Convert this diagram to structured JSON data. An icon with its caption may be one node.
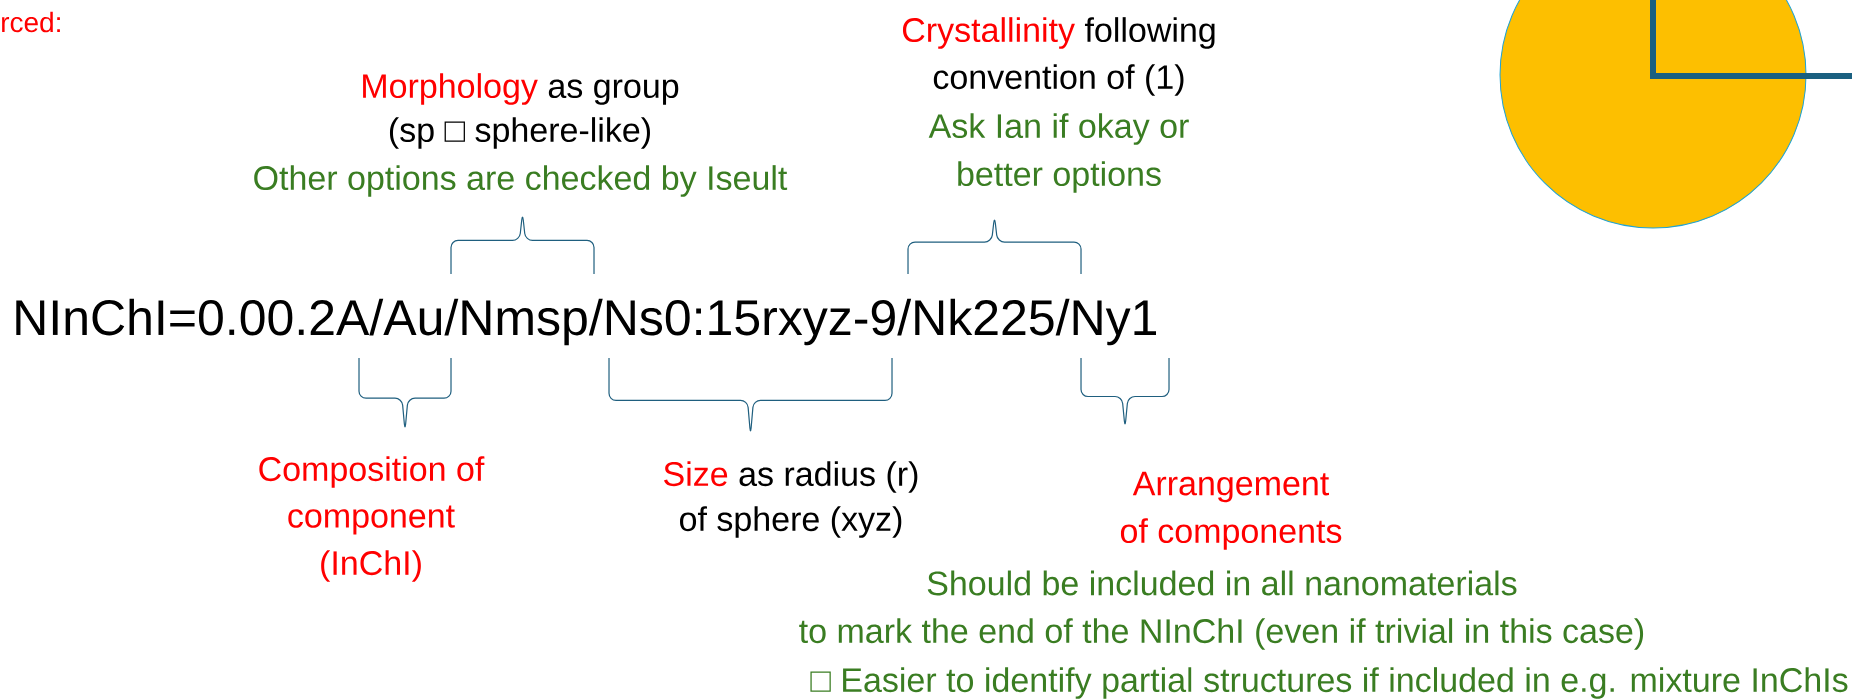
{
  "diagram": {
    "labels": [
      "rced:",
      "Morphology",
      "as group",
      "(sp □ sphere-like)",
      "Other options are checked by Iseult",
      "Crystallinity",
      "following",
      "convention of (1)",
      "Ask Ian if okay or",
      "better options",
      "NInChI=0.00.2A/Au/Nmsp/Ns0:15rxyz-9/Nk225/Ny1",
      "Composition of",
      "component",
      "(InChI)",
      "Size",
      "as radius (r)",
      "of sphere (xyz)",
      "Arrangement",
      "of components",
      "Should be included in all nanomaterials",
      "to mark the end of the NInChI (even if trivial in this case)",
      "□ Easier to identify partial structures if included in e.g. mixture InChIs"
    ]
  }
}
